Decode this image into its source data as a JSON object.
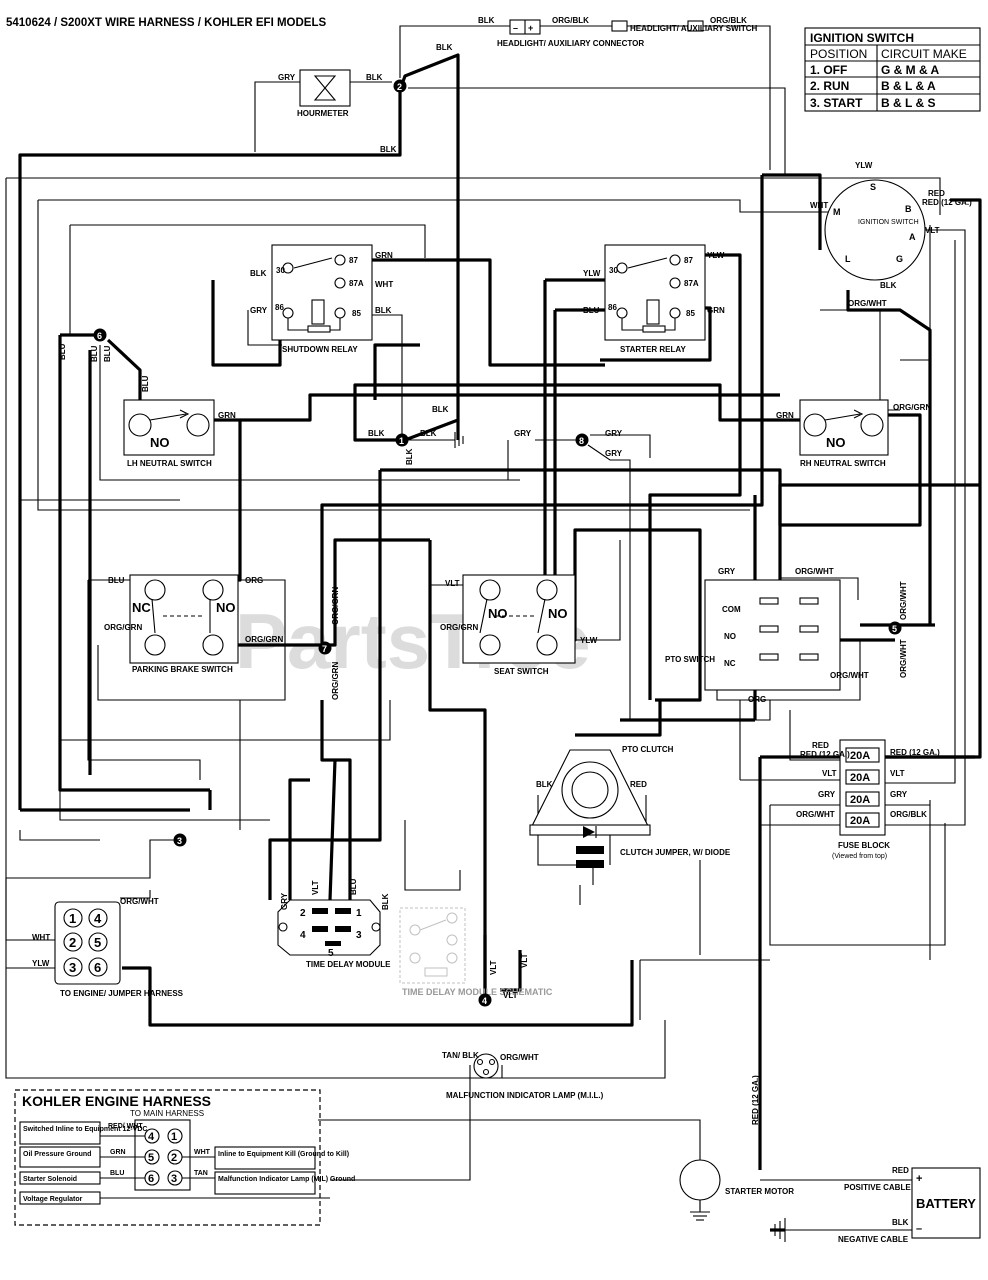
{
  "title": "5410624 / S200XT WIRE HARNESS / KOHLER EFI MODELS",
  "watermark": "PartsTree",
  "ignition_table": {
    "title": "IGNITION SWITCH",
    "headers": [
      "POSITION",
      "CIRCUIT MAKE"
    ],
    "rows": [
      [
        "1. OFF",
        "G & M & A"
      ],
      [
        "2. RUN",
        "B & L & A"
      ],
      [
        "3. START",
        "B & L & S"
      ]
    ]
  },
  "components": {
    "headlight_connector": "HEADLIGHT/ AUXILIARY CONNECTOR",
    "headlight_switch": "HEADLIGHT/ AUXILIARY SWITCH",
    "hourmeter": "HOURMETER",
    "shutdown_relay": "SHUTDOWN RELAY",
    "starter_relay": "STARTER RELAY",
    "ignition_switch": "IGNITION SWITCH",
    "lh_neutral": "LH NEUTRAL SWITCH",
    "rh_neutral": "RH NEUTRAL SWITCH",
    "parking_brake": "PARKING BRAKE SWITCH",
    "seat_switch": "SEAT SWITCH",
    "pto_switch": "PTO SWITCH",
    "pto_clutch": "PTO CLUTCH",
    "clutch_jumper": "CLUTCH JUMPER, W/ DIODE",
    "fuse_block": "FUSE BLOCK",
    "fuse_block_note": "(Viewed from top)",
    "time_delay": "TIME DELAY MODULE",
    "time_delay_schematic": "TIME DELAY MODULE SCHEMATIC",
    "engine_harness": "TO ENGINE/ JUMPER HARNESS",
    "mil": "MALFUNCTION INDICATOR LAMP (M.I.L.)",
    "starter_motor": "STARTER MOTOR",
    "battery": "BATTERY",
    "positive_cable": "POSITIVE CABLE",
    "negative_cable": "NEGATIVE CABLE"
  },
  "switch_labels": {
    "no": "NO",
    "nc": "NC",
    "com": "COM"
  },
  "fuses": [
    "20A",
    "20A",
    "20A",
    "20A"
  ],
  "kohler": {
    "title": "KOHLER ENGINE HARNESS",
    "to_main": "TO MAIN HARNESS",
    "left_labels": [
      "Switched Inline to Equipment 12-VDC",
      "Oil Pressure Ground",
      "Starter Solenoid",
      "Voltage Regulator"
    ],
    "right_labels": [
      "Inline to Equipment Kill (Ground to Kill)",
      "Malfunction Indicator Lamp (MIL) Ground"
    ],
    "wires": [
      "RED/ WHT",
      "GRN",
      "BLU",
      "WHT",
      "TAN"
    ],
    "pins": [
      "4",
      "1",
      "5",
      "2",
      "6",
      "3"
    ]
  },
  "engine_pins": [
    "1",
    "4",
    "2",
    "5",
    "3",
    "6"
  ],
  "wire_labels": {
    "blk": "BLK",
    "gry": "GRY",
    "grn": "GRN",
    "blu": "BLU",
    "ylw": "YLW",
    "wht": "WHT",
    "org": "ORG",
    "vlt": "VLT",
    "red": "RED",
    "tan": "TAN",
    "org_blk": "ORG/BLK",
    "org_wht": "ORG/WHT",
    "org_grn": "ORG/GRN",
    "red_12": "RED (12 GA.)",
    "red_wht": "RED/ WHT",
    "tan_blk": "TAN/ BLK"
  },
  "terminals": {
    "relay": [
      "30",
      "87",
      "87A",
      "86",
      "85"
    ],
    "ign": [
      "S",
      "B",
      "A",
      "G",
      "L",
      "M"
    ],
    "tdm": [
      "2",
      "1",
      "4",
      "3",
      "5"
    ],
    "nodes": [
      "1",
      "2",
      "3",
      "4",
      "5",
      "6",
      "7",
      "8"
    ]
  },
  "ign_center": "IGNITION SWITCH",
  "battery_signs": [
    "+",
    "–"
  ]
}
